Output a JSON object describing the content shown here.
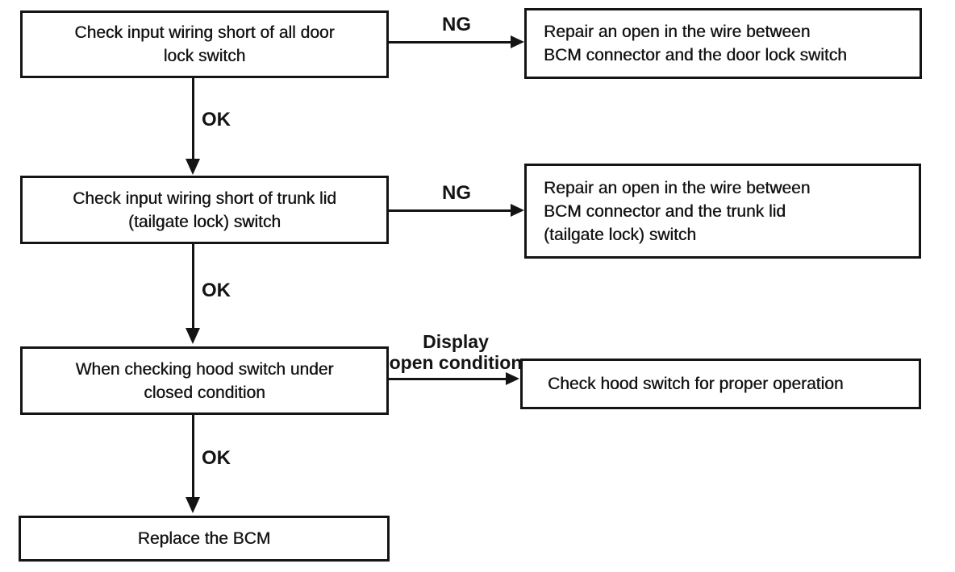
{
  "flowchart": {
    "description": "BCM door lock switch troubleshooting flowchart",
    "colors": {
      "line": "#141414",
      "text": "#141414",
      "background": "#ffffff"
    },
    "steps": [
      {
        "label": "Check input wiring short of all door\nlock switch",
        "ok_label": "OK",
        "ng_label": "NG",
        "ng_action": "Repair an open in the wire between\nBCM connector and the door lock switch"
      },
      {
        "label": "Check input wiring short of trunk lid\n(tailgate lock) switch",
        "ok_label": "OK",
        "ng_label": "NG",
        "ng_action": "Repair an open in the wire between\nBCM connector and the trunk lid\n(tailgate lock) switch"
      },
      {
        "label": "When checking hood switch under\nclosed condition",
        "ok_label": "OK",
        "ng_label": "Display\nopen condition",
        "ng_action": "Check hood switch for proper operation"
      },
      {
        "label": "Replace the BCM"
      }
    ]
  }
}
